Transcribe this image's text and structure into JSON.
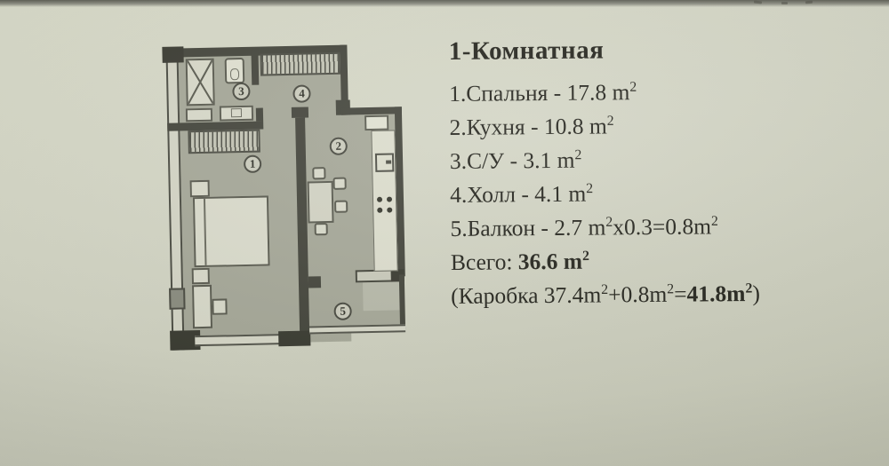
{
  "legend": {
    "title": "1-Комнатная",
    "lines": [
      [
        {
          "t": "1.Спальня - 17.8 m"
        },
        {
          "t": "2",
          "sup": true
        }
      ],
      [
        {
          "t": "2.Кухня - 10.8 m"
        },
        {
          "t": "2",
          "sup": true
        }
      ],
      [
        {
          "t": "3.С/У - 3.1 m"
        },
        {
          "t": "2",
          "sup": true
        }
      ],
      [
        {
          "t": "4.Холл - 4.1 m"
        },
        {
          "t": "2",
          "sup": true
        }
      ],
      [
        {
          "t": "5.Балкон - 2.7 m"
        },
        {
          "t": "2",
          "sup": true
        },
        {
          "t": "x0.3=0.8m"
        },
        {
          "t": "2",
          "sup": true
        }
      ],
      [
        {
          "t": "Всего: "
        },
        {
          "t": "36.6 m",
          "bold": true
        },
        {
          "t": "2",
          "sup": true,
          "bold": true
        }
      ],
      [
        {
          "t": "(Каробка 37.4m"
        },
        {
          "t": "2",
          "sup": true
        },
        {
          "t": "+0.8m"
        },
        {
          "t": "2",
          "sup": true
        },
        {
          "t": "="
        },
        {
          "t": "41.8m",
          "bold": true
        },
        {
          "t": "2",
          "sup": true,
          "bold": true
        },
        {
          "t": ")"
        }
      ]
    ]
  },
  "apartment": {
    "type": "1-Комнатная",
    "rooms": [
      {
        "number": "1",
        "name": "Спальня",
        "area_m2": "17.8"
      },
      {
        "number": "2",
        "name": "Кухня",
        "area_m2": "10.8"
      },
      {
        "number": "3",
        "name": "С/У",
        "area_m2": "3.1"
      },
      {
        "number": "4",
        "name": "Холл",
        "area_m2": "4.1"
      },
      {
        "number": "5",
        "name": "Балкон",
        "area_m2": "2.7",
        "coefficient": "0.3",
        "counted_area_m2": "0.8"
      }
    ],
    "total_m2": "36.6",
    "box_area_m2": "37.4",
    "box_total_m2": "41.8"
  },
  "plan": {
    "room_numbers": [
      "1",
      "2",
      "3",
      "4",
      "5"
    ]
  },
  "colors": {
    "paper": "#d0d2c2",
    "floor": "#a6a899",
    "wall": "#45463d",
    "furniture": "#d8d9ca",
    "ink": "#26261f"
  }
}
